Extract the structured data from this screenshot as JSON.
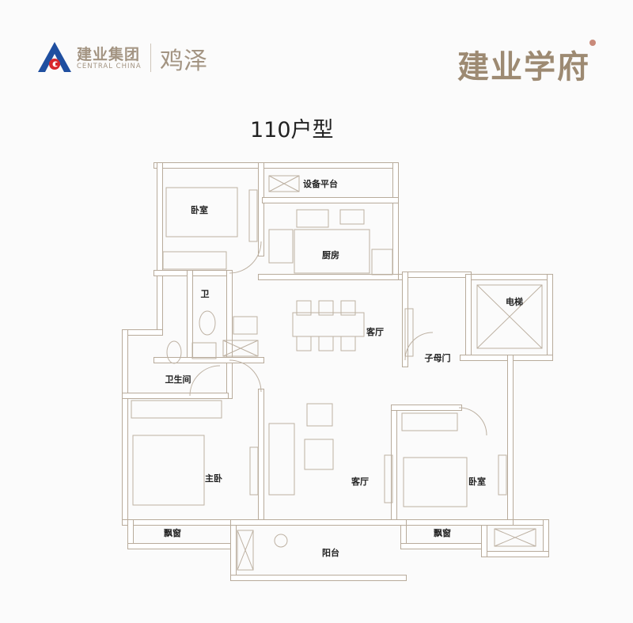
{
  "header": {
    "brand_cn": "建业集团",
    "brand_en": "CENTRAL CHINA",
    "brand_place": "鸡泽",
    "project_name": "建业学府"
  },
  "plan": {
    "title": "110户型",
    "rooms": {
      "equipment_platform": "设备平台",
      "bedroom_top": "卧室",
      "kitchen": "厨房",
      "bathroom_small": "卫",
      "living_dining": "客厅",
      "elevator": "电梯",
      "double_door": "子母门",
      "bathroom": "卫生间",
      "master_bedroom": "主卧",
      "living_room": "客厅",
      "bedroom_right": "卧室",
      "bay_window_left": "飘窗",
      "balcony": "阳台",
      "bay_window_right": "飘窗"
    }
  },
  "colors": {
    "wall": "#b8ab9b",
    "brand_blue": "#1f4fa0",
    "brand_red": "#d8262c",
    "gold": "#9d8a72"
  }
}
